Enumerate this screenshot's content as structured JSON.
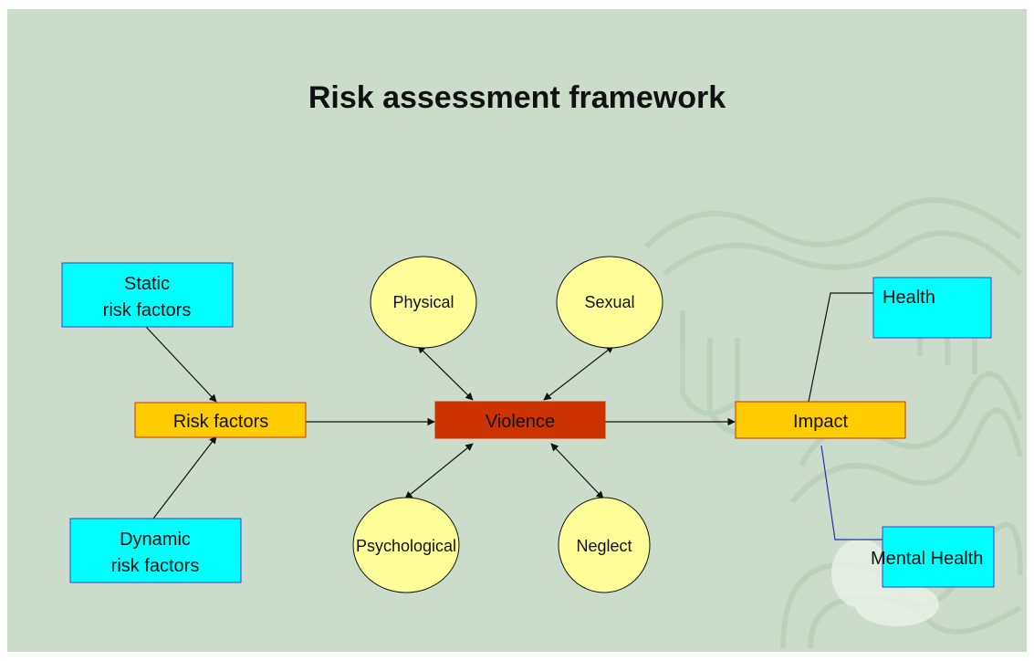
{
  "title": "Risk assessment framework",
  "nodes": {
    "static_risk_factors": {
      "lines": [
        "Static",
        "risk factors"
      ]
    },
    "dynamic_risk_factors": {
      "lines": [
        "Dynamic",
        "risk factors"
      ]
    },
    "risk_factors": {
      "label": "Risk factors"
    },
    "violence": {
      "label": "Violence"
    },
    "impact": {
      "label": "Impact"
    },
    "health": {
      "label": "Health"
    },
    "mental_health": {
      "label": "Mental Health"
    },
    "physical": {
      "label": "Physical"
    },
    "sexual": {
      "label": "Sexual"
    },
    "psychological": {
      "label": "Psychological"
    },
    "neglect": {
      "label": "Neglect"
    }
  },
  "colors": {
    "background": "#ccdccb",
    "cyan_box": "#00ffff",
    "cyan_border": "#3344cc",
    "orange_box": "#ffcc00",
    "orange_border": "#cc3300",
    "violence_box": "#cc3300",
    "ellipse": "#ffff99"
  }
}
